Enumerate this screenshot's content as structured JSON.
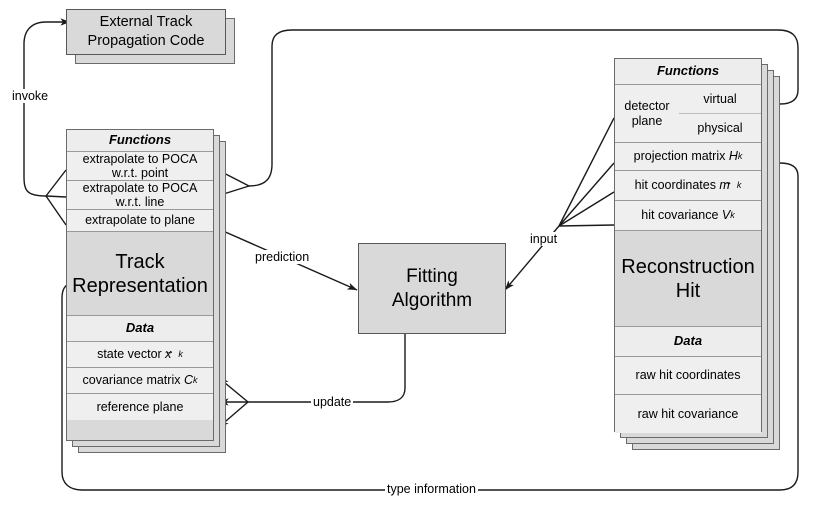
{
  "diagram": {
    "title": "Track fitting class collaboration diagram",
    "type": "uml-collaboration",
    "background": "#ffffff",
    "box_fill": "#d9d9d9",
    "row_fill": "#efefef",
    "border_color": "#6b6b6b",
    "wire_color": "#1a1a1a"
  },
  "external_code": {
    "name": "external-track-propagation-code",
    "label": "External Track\nPropagation Code",
    "line1": "External Track",
    "line2": "Propagation Code",
    "stack_count": 2
  },
  "track_representation": {
    "name": "track-representation",
    "title_line1": "Track",
    "title_line2": "Representation",
    "stack_count": 3,
    "functions_header": "Functions",
    "functions": [
      {
        "id": "extrapolate-poca-point",
        "line1": "extrapolate to POCA",
        "line2": "w.r.t. point"
      },
      {
        "id": "extrapolate-poca-line",
        "line1": "extrapolate to POCA",
        "line2": "w.r.t. line"
      },
      {
        "id": "extrapolate-to-plane",
        "line1": "extrapolate to plane",
        "line2": ""
      }
    ],
    "data_header": "Data",
    "data": [
      {
        "id": "state-vector",
        "text": "state vector x",
        "sub": "k",
        "vector": true
      },
      {
        "id": "covariance-matrix",
        "text": "covariance matrix C",
        "sub": "k",
        "vector": false
      },
      {
        "id": "reference-plane",
        "text": "reference plane",
        "sub": "",
        "vector": false
      }
    ]
  },
  "reconstruction_hit": {
    "name": "reconstruction-hit",
    "title_line1": "Reconstruction",
    "title_line2": "Hit",
    "stack_count": 4,
    "functions_header": "Functions",
    "detector_plane": {
      "id": "detector-plane",
      "label_line1": "detector",
      "label_line2": "plane",
      "options": [
        "virtual",
        "physical"
      ]
    },
    "functions": [
      {
        "id": "projection-matrix",
        "text": "projection matrix H",
        "sub": "k",
        "vector": false
      },
      {
        "id": "hit-coordinates",
        "text": "hit coordinates m",
        "sub": "k",
        "vector": true
      },
      {
        "id": "hit-covariance",
        "text": "hit covariance V",
        "sub": "k",
        "vector": false
      }
    ],
    "data_header": "Data",
    "data": [
      {
        "id": "raw-hit-coordinates",
        "text": "raw hit coordinates"
      },
      {
        "id": "raw-hit-covariance",
        "text": "raw hit covariance"
      }
    ]
  },
  "fitting_algorithm": {
    "name": "fitting-algorithm",
    "line1": "Fitting",
    "line2": "Algorithm"
  },
  "edge_labels": {
    "invoke": "invoke",
    "prediction": "prediction",
    "update": "update",
    "input": "input",
    "type_information": "type information"
  }
}
